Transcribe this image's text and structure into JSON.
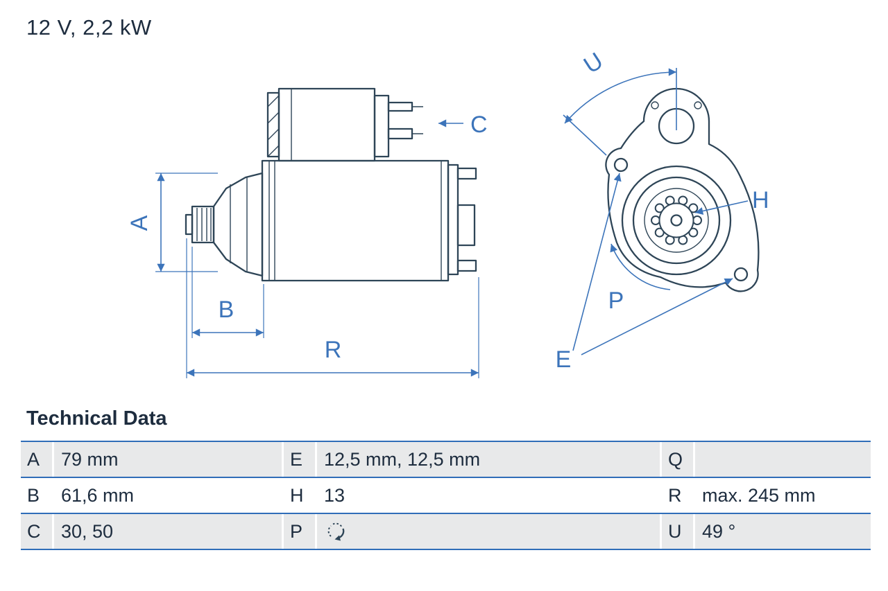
{
  "title": "12 V, 2,2 kW",
  "section_heading": "Technical Data",
  "colors": {
    "outline": "#2e4557",
    "dimension": "#3c74ba",
    "rule": "#2f6db8",
    "row-shade": "#e8e9ea",
    "text": "#1d2c3e"
  },
  "drawing": {
    "labels": {
      "a": "A",
      "b": "B",
      "c": "C",
      "r": "R",
      "u": "U",
      "h": "H",
      "p": "P",
      "e": "E"
    }
  },
  "table": {
    "rows": [
      {
        "cells": [
          {
            "key": "A",
            "value": "79 mm"
          },
          {
            "key": "E",
            "value": "12,5 mm, 12,5 mm"
          },
          {
            "key": "Q",
            "value": ""
          }
        ]
      },
      {
        "cells": [
          {
            "key": "B",
            "value": "61,6 mm"
          },
          {
            "key": "H",
            "value": "13"
          },
          {
            "key": "R",
            "value": "max. 245 mm"
          }
        ]
      },
      {
        "cells": [
          {
            "key": "C",
            "value": "30, 50"
          },
          {
            "key": "P",
            "value": "",
            "icon": "rotation-direction-icon"
          },
          {
            "key": "U",
            "value": "49 °"
          }
        ]
      }
    ]
  }
}
